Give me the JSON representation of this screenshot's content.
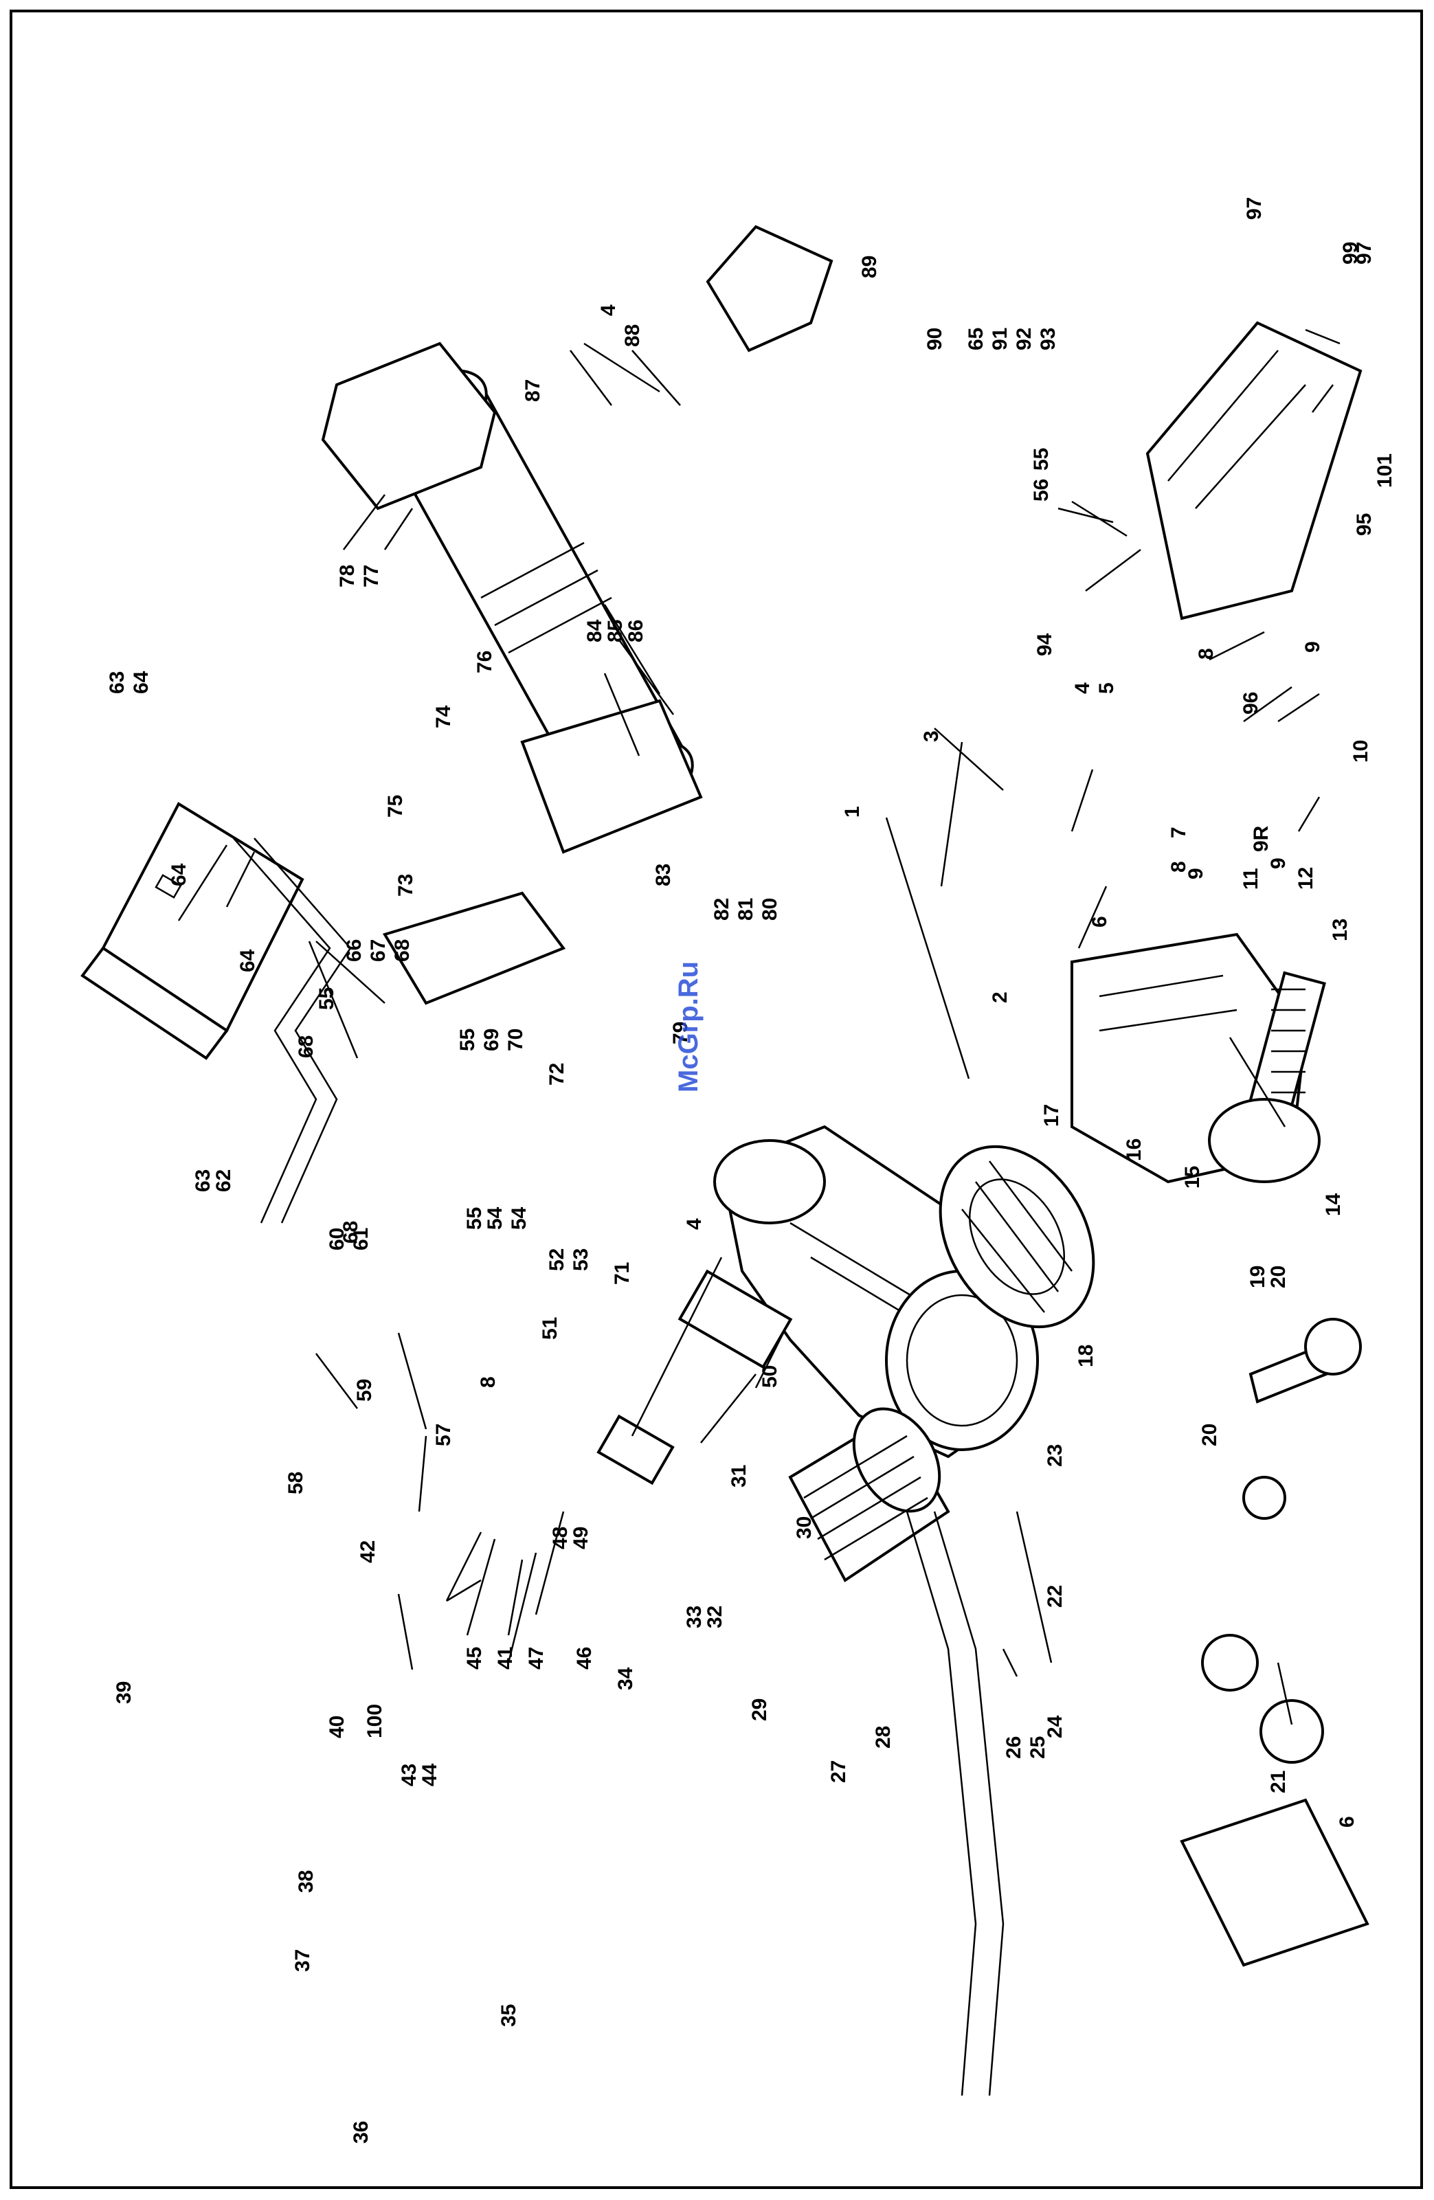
{
  "watermark": "McGrp.Ru",
  "callouts": [
    "1",
    "2",
    "3",
    "4",
    "4",
    "4",
    "5",
    "6",
    "6",
    "7",
    "8",
    "8",
    "8",
    "9",
    "9",
    "9",
    "9R",
    "10",
    "11",
    "12",
    "13",
    "14",
    "15",
    "16",
    "17",
    "18",
    "19",
    "20",
    "20",
    "21",
    "22",
    "23",
    "24",
    "25",
    "26",
    "27",
    "28",
    "29",
    "30",
    "31",
    "32",
    "33",
    "34",
    "35",
    "36",
    "37",
    "38",
    "39",
    "40",
    "41",
    "42",
    "43",
    "44",
    "45",
    "46",
    "47",
    "48",
    "49",
    "50",
    "51",
    "52",
    "53",
    "54",
    "54",
    "55",
    "55",
    "55",
    "55",
    "56",
    "57",
    "58",
    "59",
    "60",
    "61",
    "62",
    "63",
    "63",
    "64",
    "64",
    "64",
    "65",
    "66",
    "67",
    "68",
    "68",
    "68",
    "69",
    "70",
    "71",
    "72",
    "73",
    "74",
    "75",
    "76",
    "77",
    "78",
    "79",
    "80",
    "81",
    "82",
    "83",
    "84",
    "85",
    "86",
    "87",
    "88",
    "89",
    "90",
    "91",
    "92",
    "93",
    "94",
    "95",
    "96",
    "97",
    "97",
    "99",
    "100",
    "101"
  ]
}
